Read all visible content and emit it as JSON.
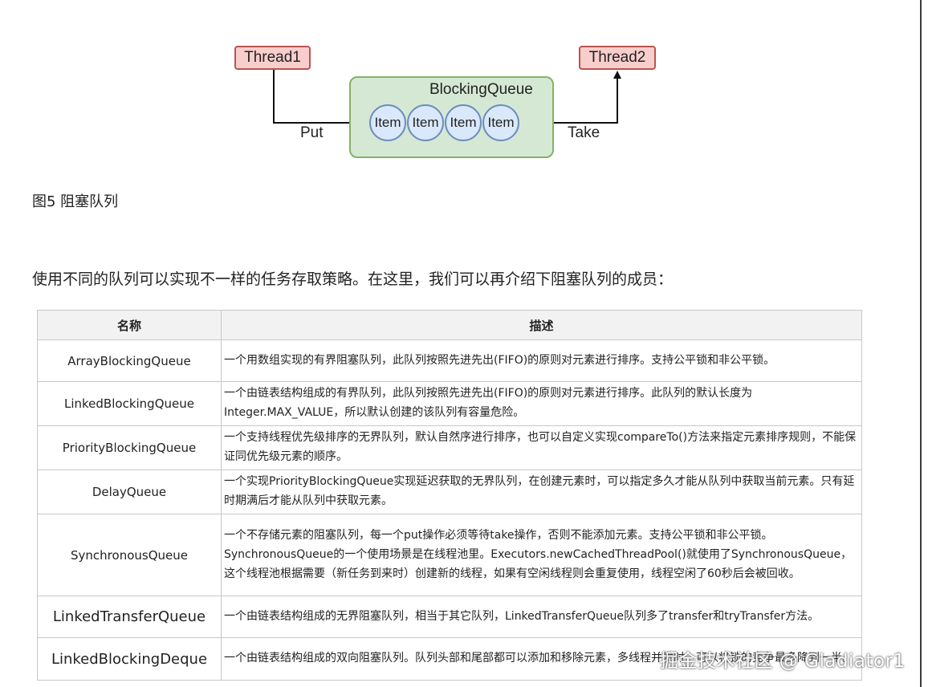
{
  "diagram": {
    "thread1": "Thread1",
    "thread2": "Thread2",
    "queue_label": "BlockingQueue",
    "items": [
      "Item",
      "Item",
      "Item",
      "Item"
    ],
    "put_label": "Put",
    "take_label": "Take",
    "colors": {
      "thread_fill": "#f8cecc",
      "queue_fill": "#d5e8d4",
      "item_fill": "#dae8fc"
    }
  },
  "caption": "图5 阻塞队列",
  "intro": "使用不同的队列可以实现不一样的任务存取策略。在这里，我们可以再介绍下阻塞队列的成员：",
  "table": {
    "headers": [
      "名称",
      "描述"
    ],
    "rows": [
      {
        "name": "ArrayBlockingQueue",
        "desc": "一个用数组实现的有界阻塞队列，此队列按照先进先出(FIFO)的原则对元素进行排序。支持公平锁和非公平锁。"
      },
      {
        "name": "LinkedBlockingQueue",
        "desc": "一个由链表结构组成的有界队列，此队列按照先进先出(FIFO)的原则对元素进行排序。此队列的默认长度为Integer.MAX_VALUE，所以默认创建的该队列有容量危险。"
      },
      {
        "name": "PriorityBlockingQueue",
        "desc": "一个支持线程优先级排序的无界队列，默认自然序进行排序，也可以自定义实现compareTo()方法来指定元素排序规则，不能保证同优先级元素的顺序。"
      },
      {
        "name": "DelayQueue",
        "desc": "一个实现PriorityBlockingQueue实现延迟获取的无界队列，在创建元素时，可以指定多久才能从队列中获取当前元素。只有延时期满后才能从队列中获取元素。"
      },
      {
        "name": "SynchronousQueue",
        "desc": "一个不存储元素的阻塞队列，每一个put操作必须等待take操作，否则不能添加元素。支持公平锁和非公平锁。SynchronousQueue的一个使用场景是在线程池里。Executors.newCachedThreadPool()就使用了SynchronousQueue，这个线程池根据需要（新任务到来时）创建新的线程，如果有空闲线程则会重复使用，线程空闲了60秒后会被回收。"
      },
      {
        "name": "LinkedTransferQueue",
        "desc": "一个由链表结构组成的无界阻塞队列，相当于其它队列，LinkedTransferQueue队列多了transfer和tryTransfer方法。"
      },
      {
        "name": "LinkedBlockingDeque",
        "desc": "一个由链表结构组成的双向阻塞队列。队列头部和尾部都可以添加和移除元素，多线程并发时，可以将锁的竞争最多降到一半。"
      }
    ]
  },
  "watermark": "掘金技术社区 @ Gladiator1"
}
